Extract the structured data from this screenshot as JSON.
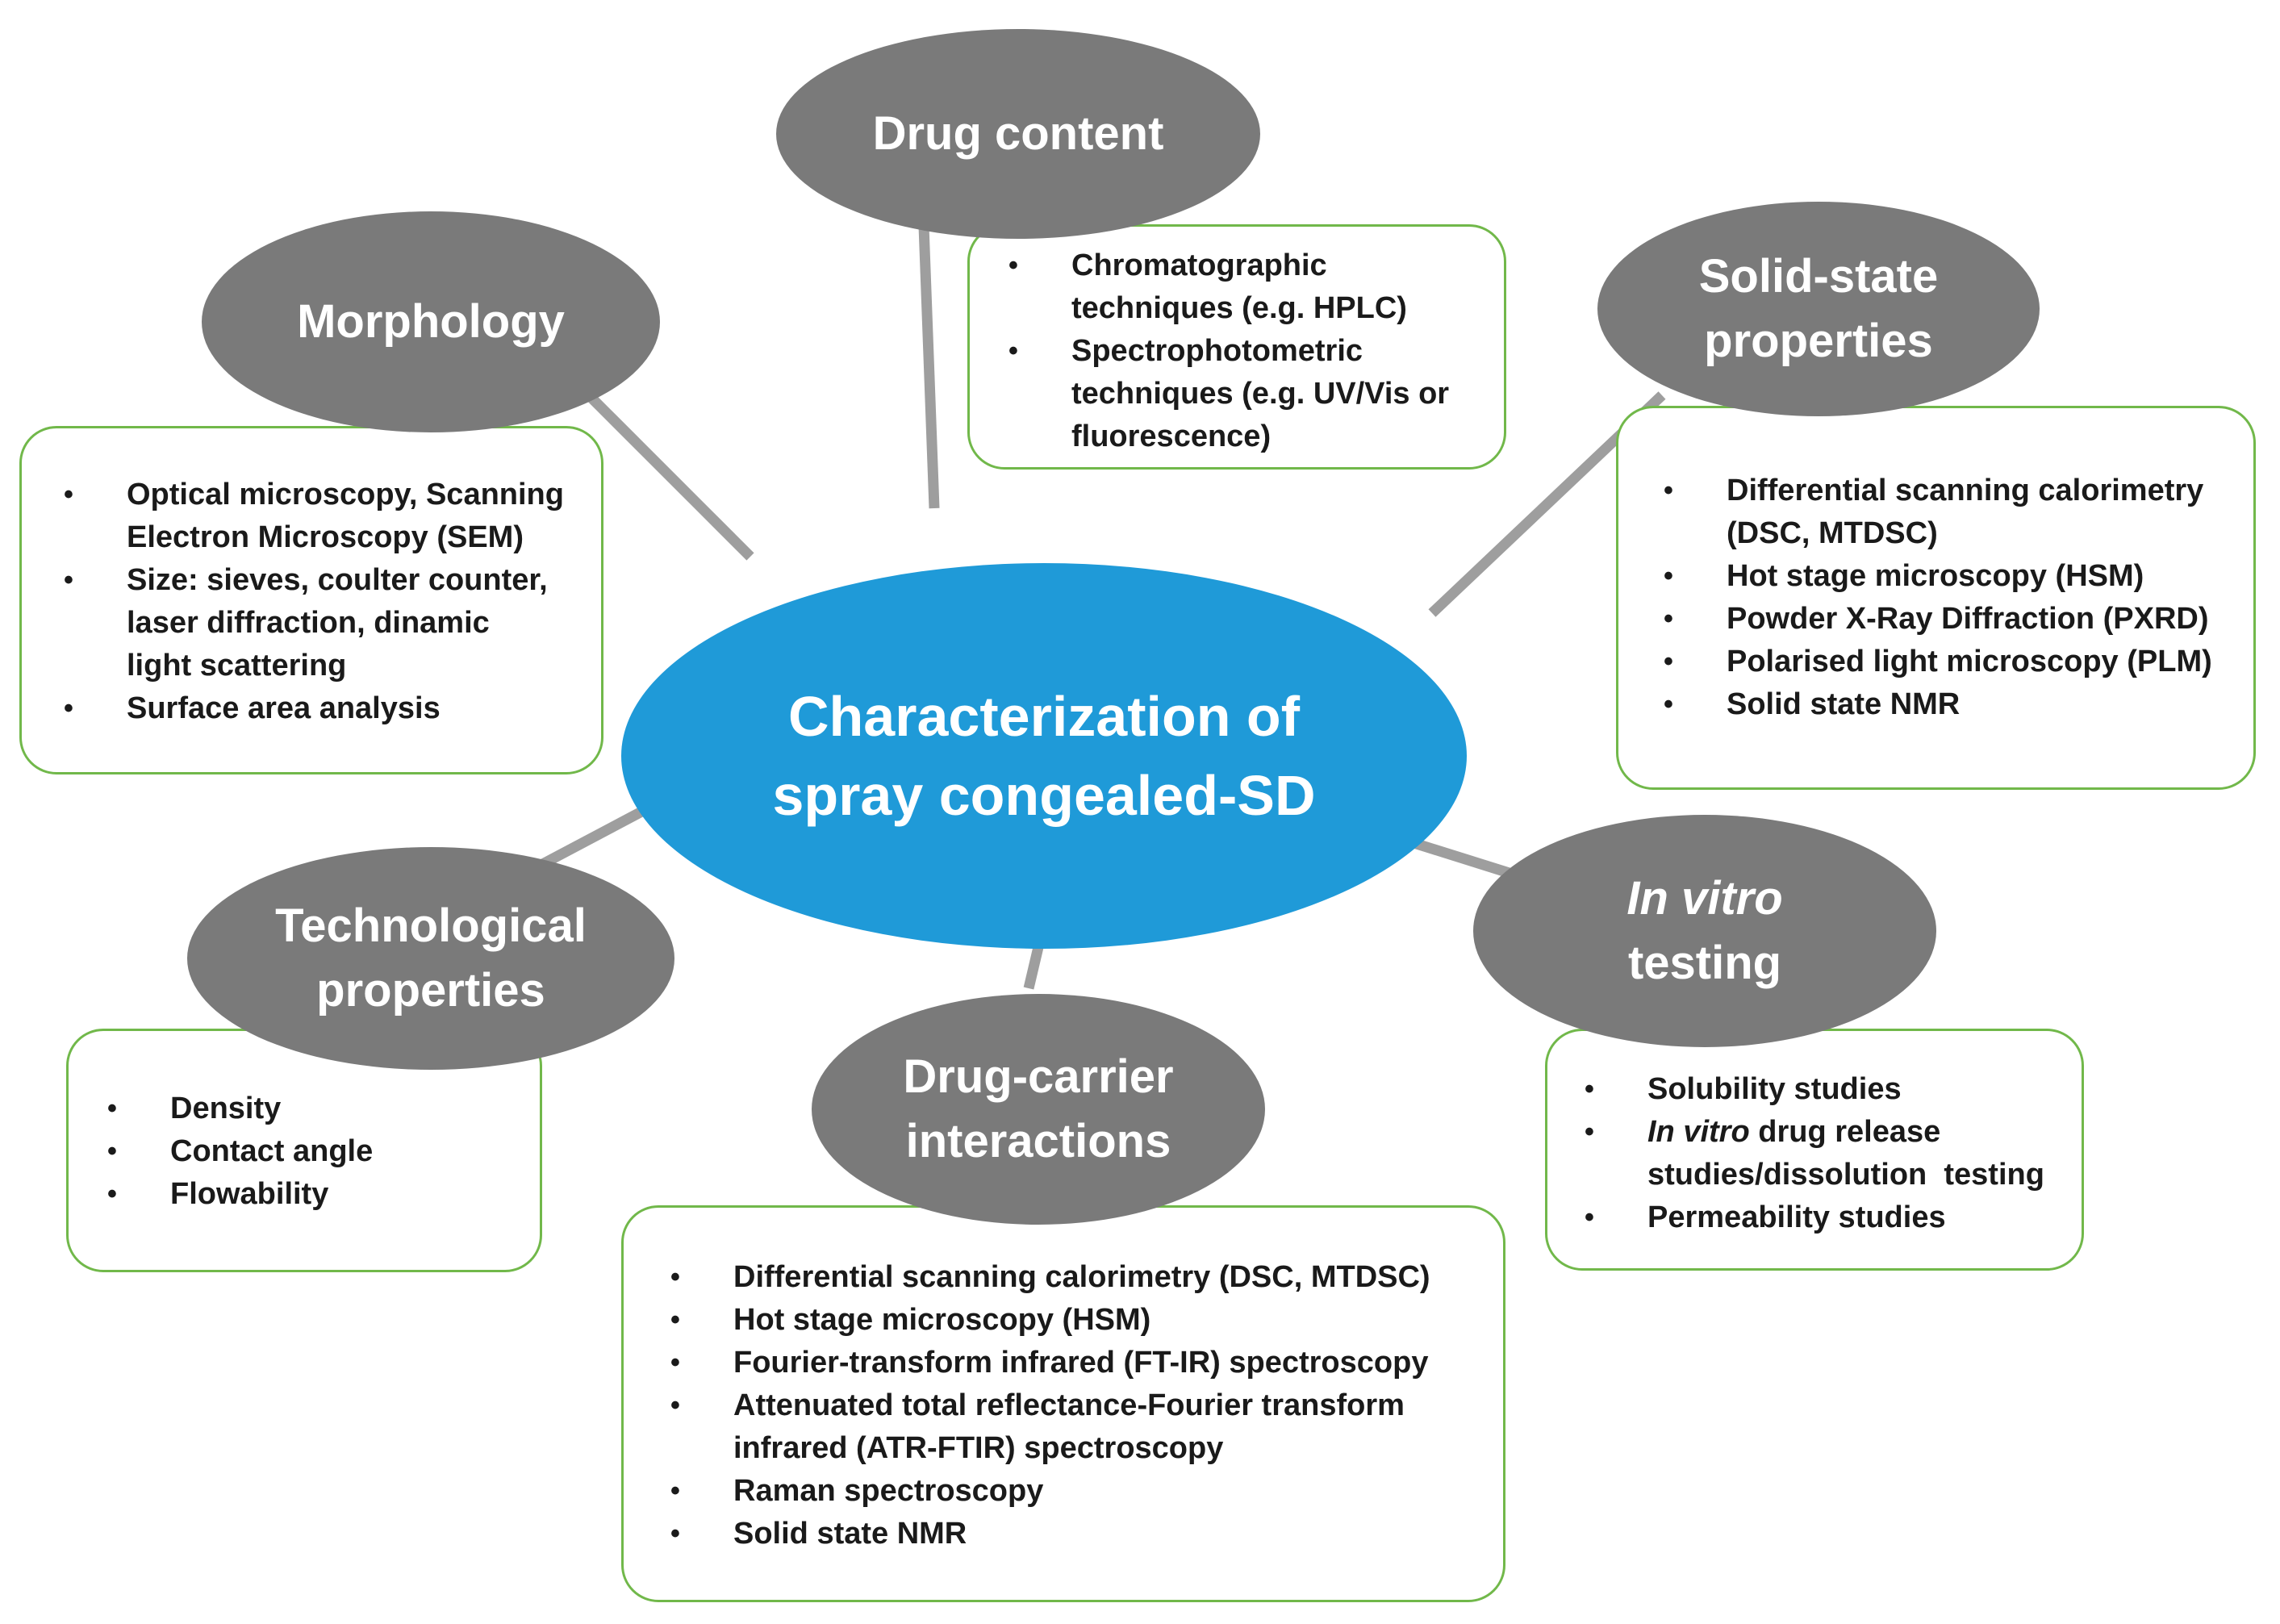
{
  "center": {
    "line1": "Characterization of",
    "line2": "spray congealed-SD"
  },
  "nodes": {
    "drug_content": {
      "title": "Drug content",
      "items": [
        [
          "Chromatographic",
          "techniques (e.g. HPLC)"
        ],
        [
          "Spectrophotometric",
          "techniques (e.g. UV/Vis or",
          "fluorescence)"
        ]
      ]
    },
    "morphology": {
      "title": "Morphology",
      "items": [
        [
          "Optical microscopy,  Scanning",
          "Electron Microscopy (SEM)"
        ],
        [
          "Size: sieves, coulter counter,",
          "laser diffraction,  dinamic",
          "light scattering"
        ],
        [
          "Surface area analysis"
        ]
      ]
    },
    "solid_state": {
      "title_line1": "Solid-state",
      "title_line2": "properties",
      "items": [
        [
          "Differential scanning calorimetry",
          "(DSC, MTDSC)"
        ],
        [
          "Hot stage microscopy (HSM)"
        ],
        [
          "Powder X-Ray Diffraction (PXRD)"
        ],
        [
          "Polarised light microscopy (PLM)"
        ],
        [
          "Solid state NMR"
        ]
      ]
    },
    "technological": {
      "title_line1": "Technological",
      "title_line2": "properties",
      "items": [
        [
          "Density"
        ],
        [
          "Contact angle"
        ],
        [
          "Flowability"
        ]
      ]
    },
    "drug_carrier": {
      "title_line1": "Drug-carrier",
      "title_line2": "interactions",
      "items": [
        [
          "Differential scanning  calorimetry (DSC, MTDSC)"
        ],
        [
          "Hot stage microscopy (HSM)"
        ],
        [
          "Fourier-transform infrared (FT-IR) spectroscopy"
        ],
        [
          "Attenuated total reflectance-Fourier transform",
          "infrared (ATR-FTIR) spectroscopy"
        ],
        [
          "Raman spectroscopy"
        ],
        [
          "Solid state NMR"
        ]
      ]
    },
    "in_vitro": {
      "title_italic": "In vitro",
      "title_line2": "testing",
      "items": {
        "solubility": "Solubility studies",
        "release_italic": "In vitro",
        "release_rest": " drug release",
        "release_line2": "studies/dissolution  testing",
        "permeability": "Permeability studies"
      }
    }
  },
  "bullet_symbol": "•",
  "colors": {
    "center_fill": "#1f9ad8",
    "node_fill": "#7a7a7a",
    "box_border": "#71b84a",
    "connector": "#9e9e9e"
  }
}
